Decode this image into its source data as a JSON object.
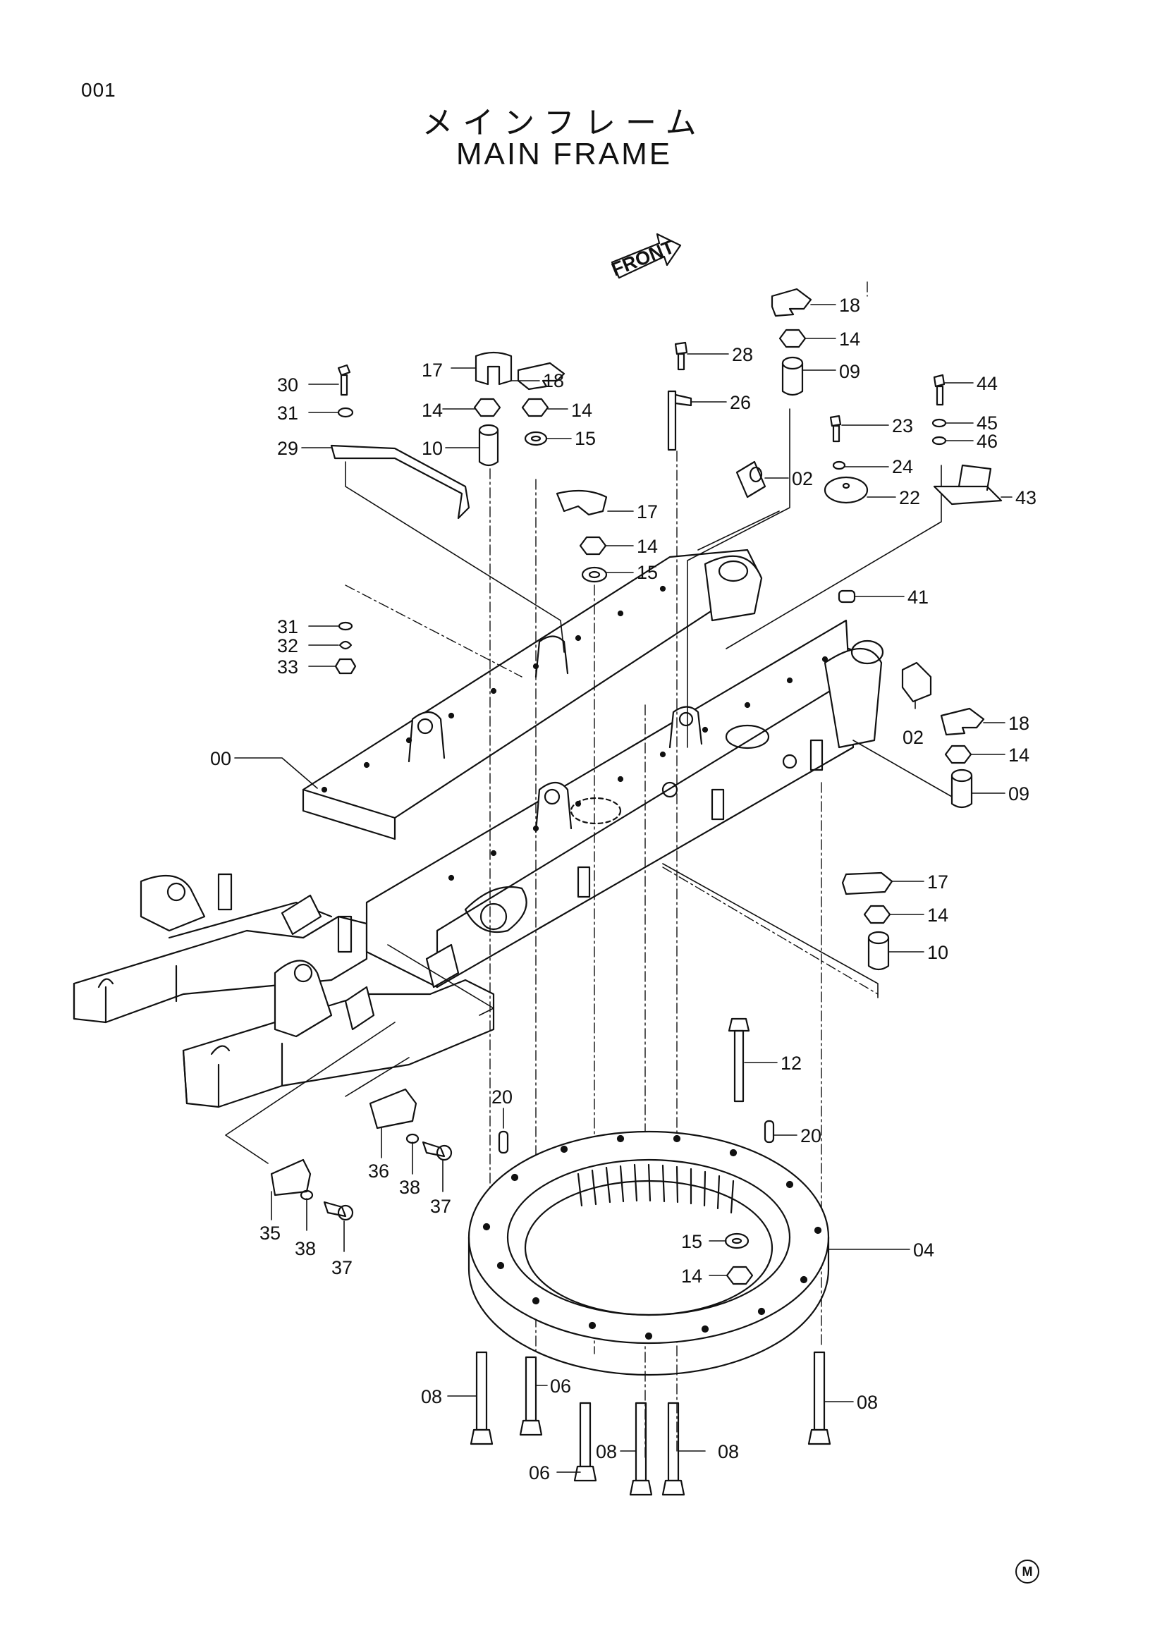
{
  "page_number": "001",
  "title_jp": "メインフレーム",
  "title_en": "MAIN FRAME",
  "front_arrow_label": "FRONT",
  "corner_mark": "M",
  "callouts": {
    "p17a": "17",
    "p18a": "18",
    "p30": "30",
    "p31a": "31",
    "p14a": "14",
    "p14b": "14",
    "p29": "29",
    "p10a": "10",
    "p15a": "15",
    "p28": "28",
    "p26": "26",
    "p18b": "18",
    "p14c": "14",
    "p09a": "09",
    "p44": "44",
    "p45": "45",
    "p46": "46",
    "p23": "23",
    "p24": "24",
    "p22": "22",
    "p02a": "02",
    "p43": "43",
    "p17b": "17",
    "p14d": "14",
    "p15b": "15",
    "p41": "41",
    "p31b": "31",
    "p32": "32",
    "p33": "33",
    "p00": "00",
    "p02b": "02",
    "p18c": "18",
    "p14e": "14",
    "p09b": "09",
    "p17c": "17",
    "p14f": "14",
    "p10b": "10",
    "p12": "12",
    "p20a": "20",
    "p20b": "20",
    "p15c": "15",
    "p14g": "14",
    "p04": "04",
    "p36": "36",
    "p38a": "38",
    "p37a": "37",
    "p35": "35",
    "p38b": "38",
    "p37b": "37",
    "p08a": "08",
    "p06a": "06",
    "p08b": "08",
    "p08c": "08",
    "p06b": "06",
    "p08d": "08"
  }
}
